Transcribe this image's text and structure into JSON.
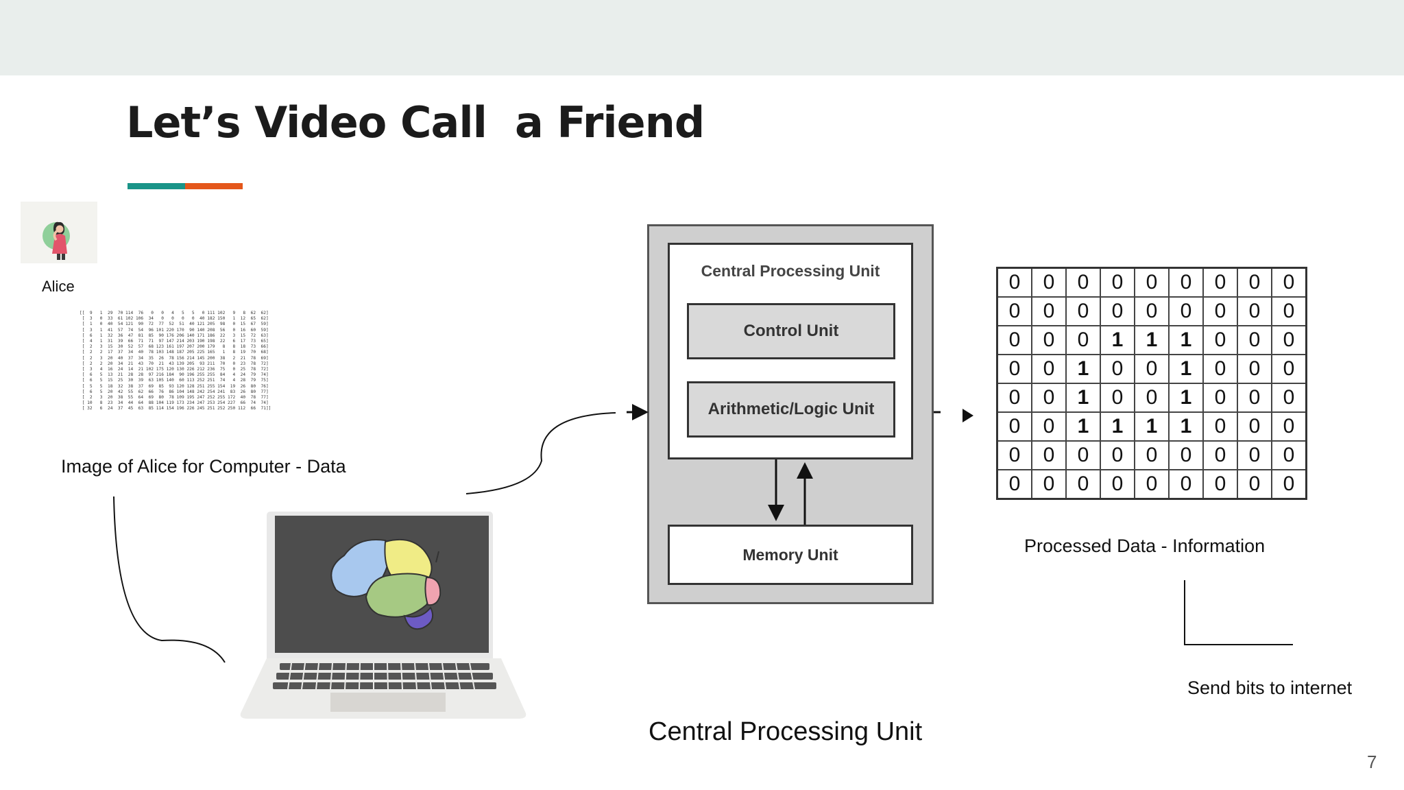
{
  "slide": {
    "title": "Let’s Video Call  a Friend",
    "page_number": "7",
    "accent_colors": {
      "teal": "#1a9488",
      "orange": "#e4571b"
    }
  },
  "alice": {
    "name_label": "Alice",
    "image_caption": "Image of Alice for Computer - Data",
    "pixel_matrix_text": "[[  9   1  29  70 114  76   0   0   4   5   5   0 111 102   9   8  62  62]\n [  3   0  33  61 102 106  34   0   0   0   0  40 182 150   1  12  65  62]\n [  1   0  40  54 121  90  72  77  52  51  40 121 205  98   0  15  67  59]\n [  3   1  41  57  74  54  96 101 220 170  90 140 208  56   0  16  60  59]\n [  6   1  32  36  47  81  85  90 176 206 140 171 186  22   3  15  72  63]\n [  4   1  31  39  66  71  71  97 147 214 203 190 198  22   6  17  73  65]\n [  2   3  15  30  52  57  68 123 161 197 207 200 179   8   8  18  73  66]\n [  2   2  17  37  34  40  78 103 148 187 205 225 165   1   8  19  70  68]\n [  2   3  20  40  37  34  35  26  78 156 214 145 200  38   2  21  78  69]\n [  2   2  20  34  21  43  70  21  43 139 205  93 211  70   0  23  78  72]\n [  3   4  16  24  14  21 102 175 120 130 226 212 236  75   0  25  78  72]\n [  6   5  13  21  28  28  97 216 184  90 196 255 255  84   4  24  79  74]\n [  6   5  15  25  30  39  63 105 140  60 113 252 251  74   4  28  79  75]\n [  5   5  18  32  38  37  69  85  93 120 128 251 255 154  19  26  80  76]\n [  6   5  20  42  55  62  66  76  86 104 148 242 254 241  83  26  80  77]\n [  2   3  20  38  55  64  69  80  78 109 195 247 252 255 172  40  78  77]\n [ 10   8  23  34  44  64  88 104 119 173 234 247 253 254 227  66  74  74]\n [ 32   6  24  37  45  63  85 114 154 196 226 245 251 252 250 112  66  71]]"
  },
  "cpu": {
    "diagram_title": "Central Processing Unit",
    "control_unit": "Control Unit",
    "alu": "Arithmetic/Logic Unit",
    "memory_unit": "Memory Unit",
    "caption": "Central Processing Unit"
  },
  "processed": {
    "caption": "Processed Data  - Information",
    "send_label": "Send bits to internet",
    "grid": [
      [
        "0",
        "0",
        "0",
        "0",
        "0",
        "0",
        "0",
        "0",
        "0"
      ],
      [
        "0",
        "0",
        "0",
        "0",
        "0",
        "0",
        "0",
        "0",
        "0"
      ],
      [
        "0",
        "0",
        "0",
        "1",
        "1",
        "1",
        "0",
        "0",
        "0"
      ],
      [
        "0",
        "0",
        "1",
        "0",
        "0",
        "1",
        "0",
        "0",
        "0"
      ],
      [
        "0",
        "0",
        "1",
        "0",
        "0",
        "1",
        "0",
        "0",
        "0"
      ],
      [
        "0",
        "0",
        "1",
        "1",
        "1",
        "1",
        "0",
        "0",
        "0"
      ],
      [
        "0",
        "0",
        "0",
        "0",
        "0",
        "0",
        "0",
        "0",
        "0"
      ],
      [
        "0",
        "0",
        "0",
        "0",
        "0",
        "0",
        "0",
        "0",
        "0"
      ]
    ]
  },
  "icons": {
    "avatar": "woman-avatar-icon",
    "laptop": "laptop-icon",
    "brain": "brain-icon"
  }
}
